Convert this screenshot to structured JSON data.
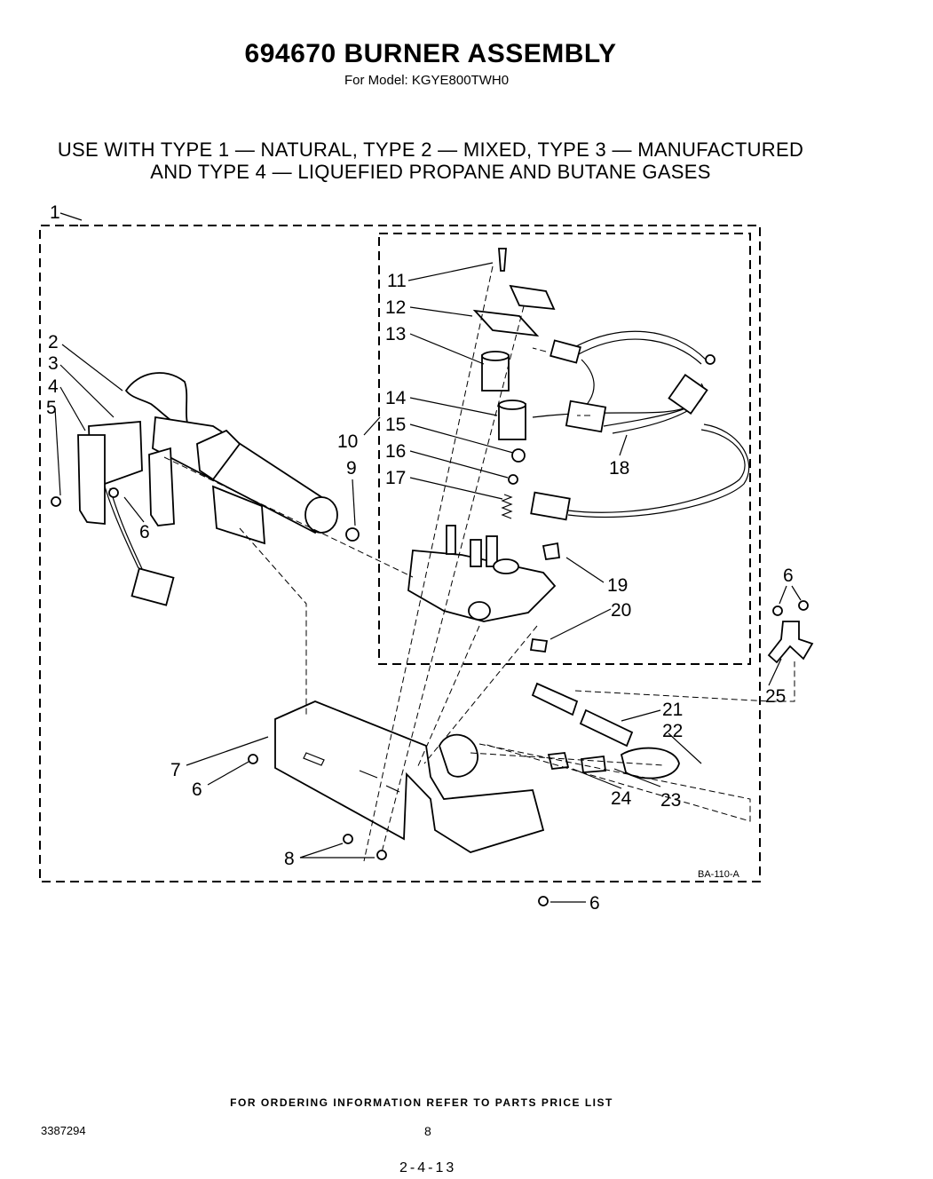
{
  "header": {
    "title": "694670 BURNER ASSEMBLY",
    "model_line": "For Model: KGYE800TWH0"
  },
  "usage_note": {
    "line1": "USE WITH TYPE 1 — NATURAL, TYPE 2 — MIXED, TYPE 3 — MANUFACTURED",
    "line2": "AND TYPE 4 — LIQUEFIED PROPANE AND BUTANE GASES"
  },
  "diagram": {
    "code": "BA-110-A",
    "callouts": [
      "1",
      "2",
      "3",
      "4",
      "5",
      "6",
      "6",
      "6",
      "6",
      "6",
      "7",
      "8",
      "9",
      "10",
      "11",
      "12",
      "13",
      "14",
      "15",
      "16",
      "17",
      "18",
      "19",
      "20",
      "21",
      "22",
      "23",
      "24",
      "25"
    ]
  },
  "footer": {
    "ordering_note": "FOR ORDERING INFORMATION REFER TO PARTS PRICE LIST",
    "doc_number": "3387294",
    "page_number": "8",
    "handwritten": "2-4-13"
  }
}
